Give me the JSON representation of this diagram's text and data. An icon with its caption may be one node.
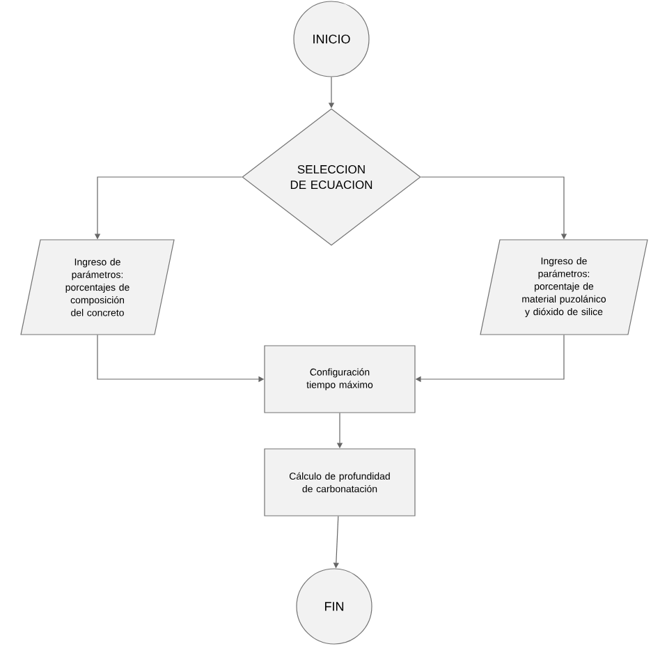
{
  "diagram": {
    "nodes": [
      {
        "text": [
          "INICIO"
        ]
      },
      {
        "text": [
          "SELECCION DE ECUACION"
        ]
      },
      {
        "text": [
          "Ingreso de parámetros: porcentajes de composición del concreto"
        ]
      },
      {
        "text": [
          "Ingreso de parámetros: porcentaje de material puzolánico y dióxido de silice"
        ]
      },
      {
        "text": [
          "Configuración tiempo máximo"
        ]
      },
      {
        "text": [
          "Cálculo de profundidad de carbonatación"
        ]
      },
      {
        "text": [
          "FIN"
        ]
      }
    ],
    "edges": [
      {
        "from": 0,
        "to": 1,
        "arrow": "to"
      },
      {
        "from": 1,
        "to": 2,
        "arrow": "to"
      },
      {
        "from": 1,
        "to": 3,
        "arrow": "to"
      },
      {
        "from": 2,
        "to": 4,
        "arrow": "to"
      },
      {
        "from": 3,
        "to": 4,
        "arrow": "to"
      },
      {
        "from": 4,
        "to": 5,
        "arrow": "to"
      },
      {
        "from": 5,
        "to": 6,
        "arrow": "to"
      }
    ]
  }
}
